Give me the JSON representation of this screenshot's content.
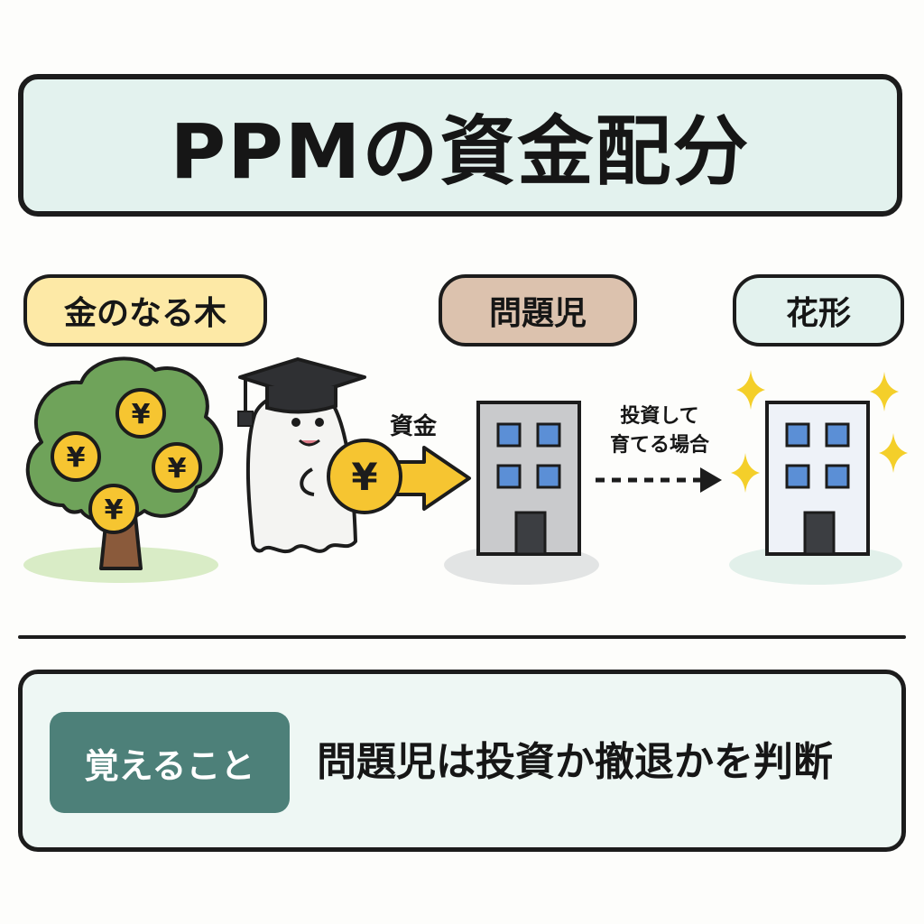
{
  "title": "PPMの資金配分",
  "labels": {
    "cash_cow": "金のなる木",
    "problem_child": "問題児",
    "star": "花形"
  },
  "flow": {
    "funds_label": "資金",
    "invest_label_line1": "投資して",
    "invest_label_line2": "育てる場合",
    "coin_symbol": "¥"
  },
  "memo": {
    "tag": "覚えること",
    "text": "問題児は投資か撤退かを判断"
  },
  "icons": {
    "money_tree": "money-tree-icon",
    "student_ghost": "graduate-ghost-icon",
    "building": "building-icon",
    "sparkle": "sparkle-icon"
  },
  "colors": {
    "title_bg": "#e3f2ee",
    "cash_cow_bg": "#fde9a6",
    "problem_child_bg": "#dcc2ae",
    "star_bg": "#e3f2ee",
    "memo_tag_bg": "#4d8079",
    "coin": "#f6c531",
    "tree_leaves": "#6fa35a",
    "sparkle": "#f4cf2a"
  }
}
